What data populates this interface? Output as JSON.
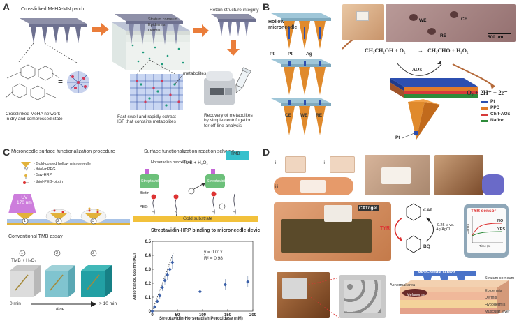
{
  "panelA": {
    "label": "A",
    "title": "Crosslinked MeHA-MN patch",
    "layers": [
      "Stratum corneum",
      "Epidermis",
      "Dermis"
    ],
    "retain": "Retain structure integrity",
    "metabolites": "metabolites",
    "network": "Crosslinked MeHA network\nin dry and compressed state",
    "swell": "Fast swell and rapidly extract\nISF that contains metabolites",
    "recovery": "Recovery of metabolites\nby simple centrifugation\nfor off-line analysis",
    "equals": "="
  },
  "panelB": {
    "label": "B",
    "hollow": "Hollow\nmicroneedle",
    "pt1": "Pt",
    "pt2": "Pt",
    "ag": "Ag",
    "ce": "CE",
    "we": "WE",
    "re": "RE",
    "photo_we": "WE",
    "photo_ce": "CE",
    "photo_re": "RE",
    "scale": "500 μm",
    "eq1": "CH₃CH₂OH + O₂",
    "eq_arrow": "→",
    "eq2": "CH₃CHO + H₂O₂",
    "aox": "AOx",
    "eq3": "O₂ + 2H⁺ + 2e⁻",
    "legend": [
      {
        "name": "Pt",
        "color": "#2c4fb0"
      },
      {
        "name": "PPD",
        "color": "#e07b2a"
      },
      {
        "name": "Chit-AOx",
        "color": "#d63a3a"
      },
      {
        "name": "Nafion",
        "color": "#2e8b3a"
      }
    ],
    "pt_bottom": "Pt"
  },
  "panelC": {
    "label": "C",
    "procedure": "Microneedle surface functionalization procedure",
    "legend": [
      "- Gold-coated hollow microneedle",
      "- thiol-mPEG",
      "- Sav-HRP",
      "- thiol-PEG-biotin"
    ],
    "uv": "UV\n170 nm",
    "steps": [
      "1",
      "2",
      "3"
    ],
    "conventional": "Conventional TMB assay",
    "tmb_h2o2": "TMB + H₂O₂",
    "time0": "0 min",
    "time_label": "time",
    "time10": "> 10 min",
    "scheme": "Surface functionalization reaction scheme",
    "hrp": "Horseradish peroxidase",
    "tmb_rx": "TMB + H₂O₂",
    "tmb": "TMB",
    "streptavidin": "Streptavidin",
    "biotin": "Biotin",
    "peg": "PEG",
    "gold": "Gold substrate",
    "s": "S"
  },
  "panelD": {
    "label": "D",
    "roman": [
      "i",
      "ii",
      "iii"
    ],
    "cat": "CAT/ gel",
    "tyr": "TYR",
    "cat_mol": "CAT",
    "bq": "BQ",
    "potential": "-0.25 V vs.\nAg/AgCl",
    "sensor": "TYR sensor",
    "no": "NO",
    "yes": "YES",
    "phone_x": "Time (s)",
    "phone_y": "Current",
    "mn_sensor": "Micro-needle sensor",
    "abnormal": "Abnormal area",
    "melanoma": "Melanoma",
    "skin_layers": [
      "Stratum corneum",
      "Epidermis",
      "Dermis",
      "Hypodermis",
      "Muscular layer"
    ]
  },
  "chart_data": {
    "type": "scatter",
    "title": "Streptavidin-HRP binding to microneedle device",
    "xlabel": "Streptavidin-Horseradish Peroxidase (nM)",
    "ylabel": "Absorbance, 635 nm (AU)",
    "xlim": [
      0,
      200
    ],
    "ylim": [
      0,
      0.5
    ],
    "xticks": [
      0,
      50,
      100,
      150,
      200
    ],
    "yticks": [
      0,
      0.1,
      0.2,
      0.3,
      0.4,
      0.5
    ],
    "points": [
      {
        "x": 0,
        "y": 0.0,
        "err": 0.005
      },
      {
        "x": 5,
        "y": 0.03,
        "err": 0.01
      },
      {
        "x": 10,
        "y": 0.07,
        "err": 0.015
      },
      {
        "x": 15,
        "y": 0.11,
        "err": 0.02
      },
      {
        "x": 20,
        "y": 0.17,
        "err": 0.025
      },
      {
        "x": 25,
        "y": 0.22,
        "err": 0.03
      },
      {
        "x": 30,
        "y": 0.26,
        "err": 0.035
      },
      {
        "x": 35,
        "y": 0.3,
        "err": 0.04
      },
      {
        "x": 40,
        "y": 0.35,
        "err": 0.05
      },
      {
        "x": 95,
        "y": 0.14,
        "err": 0.02
      },
      {
        "x": 145,
        "y": 0.19,
        "err": 0.04
      },
      {
        "x": 190,
        "y": 0.21,
        "err": 0.04
      }
    ],
    "fit": {
      "slope": 0.01,
      "x_range": [
        0,
        42
      ]
    },
    "annotations": [
      "y = 0.01x",
      "R² = 0.98"
    ],
    "grid": false
  }
}
